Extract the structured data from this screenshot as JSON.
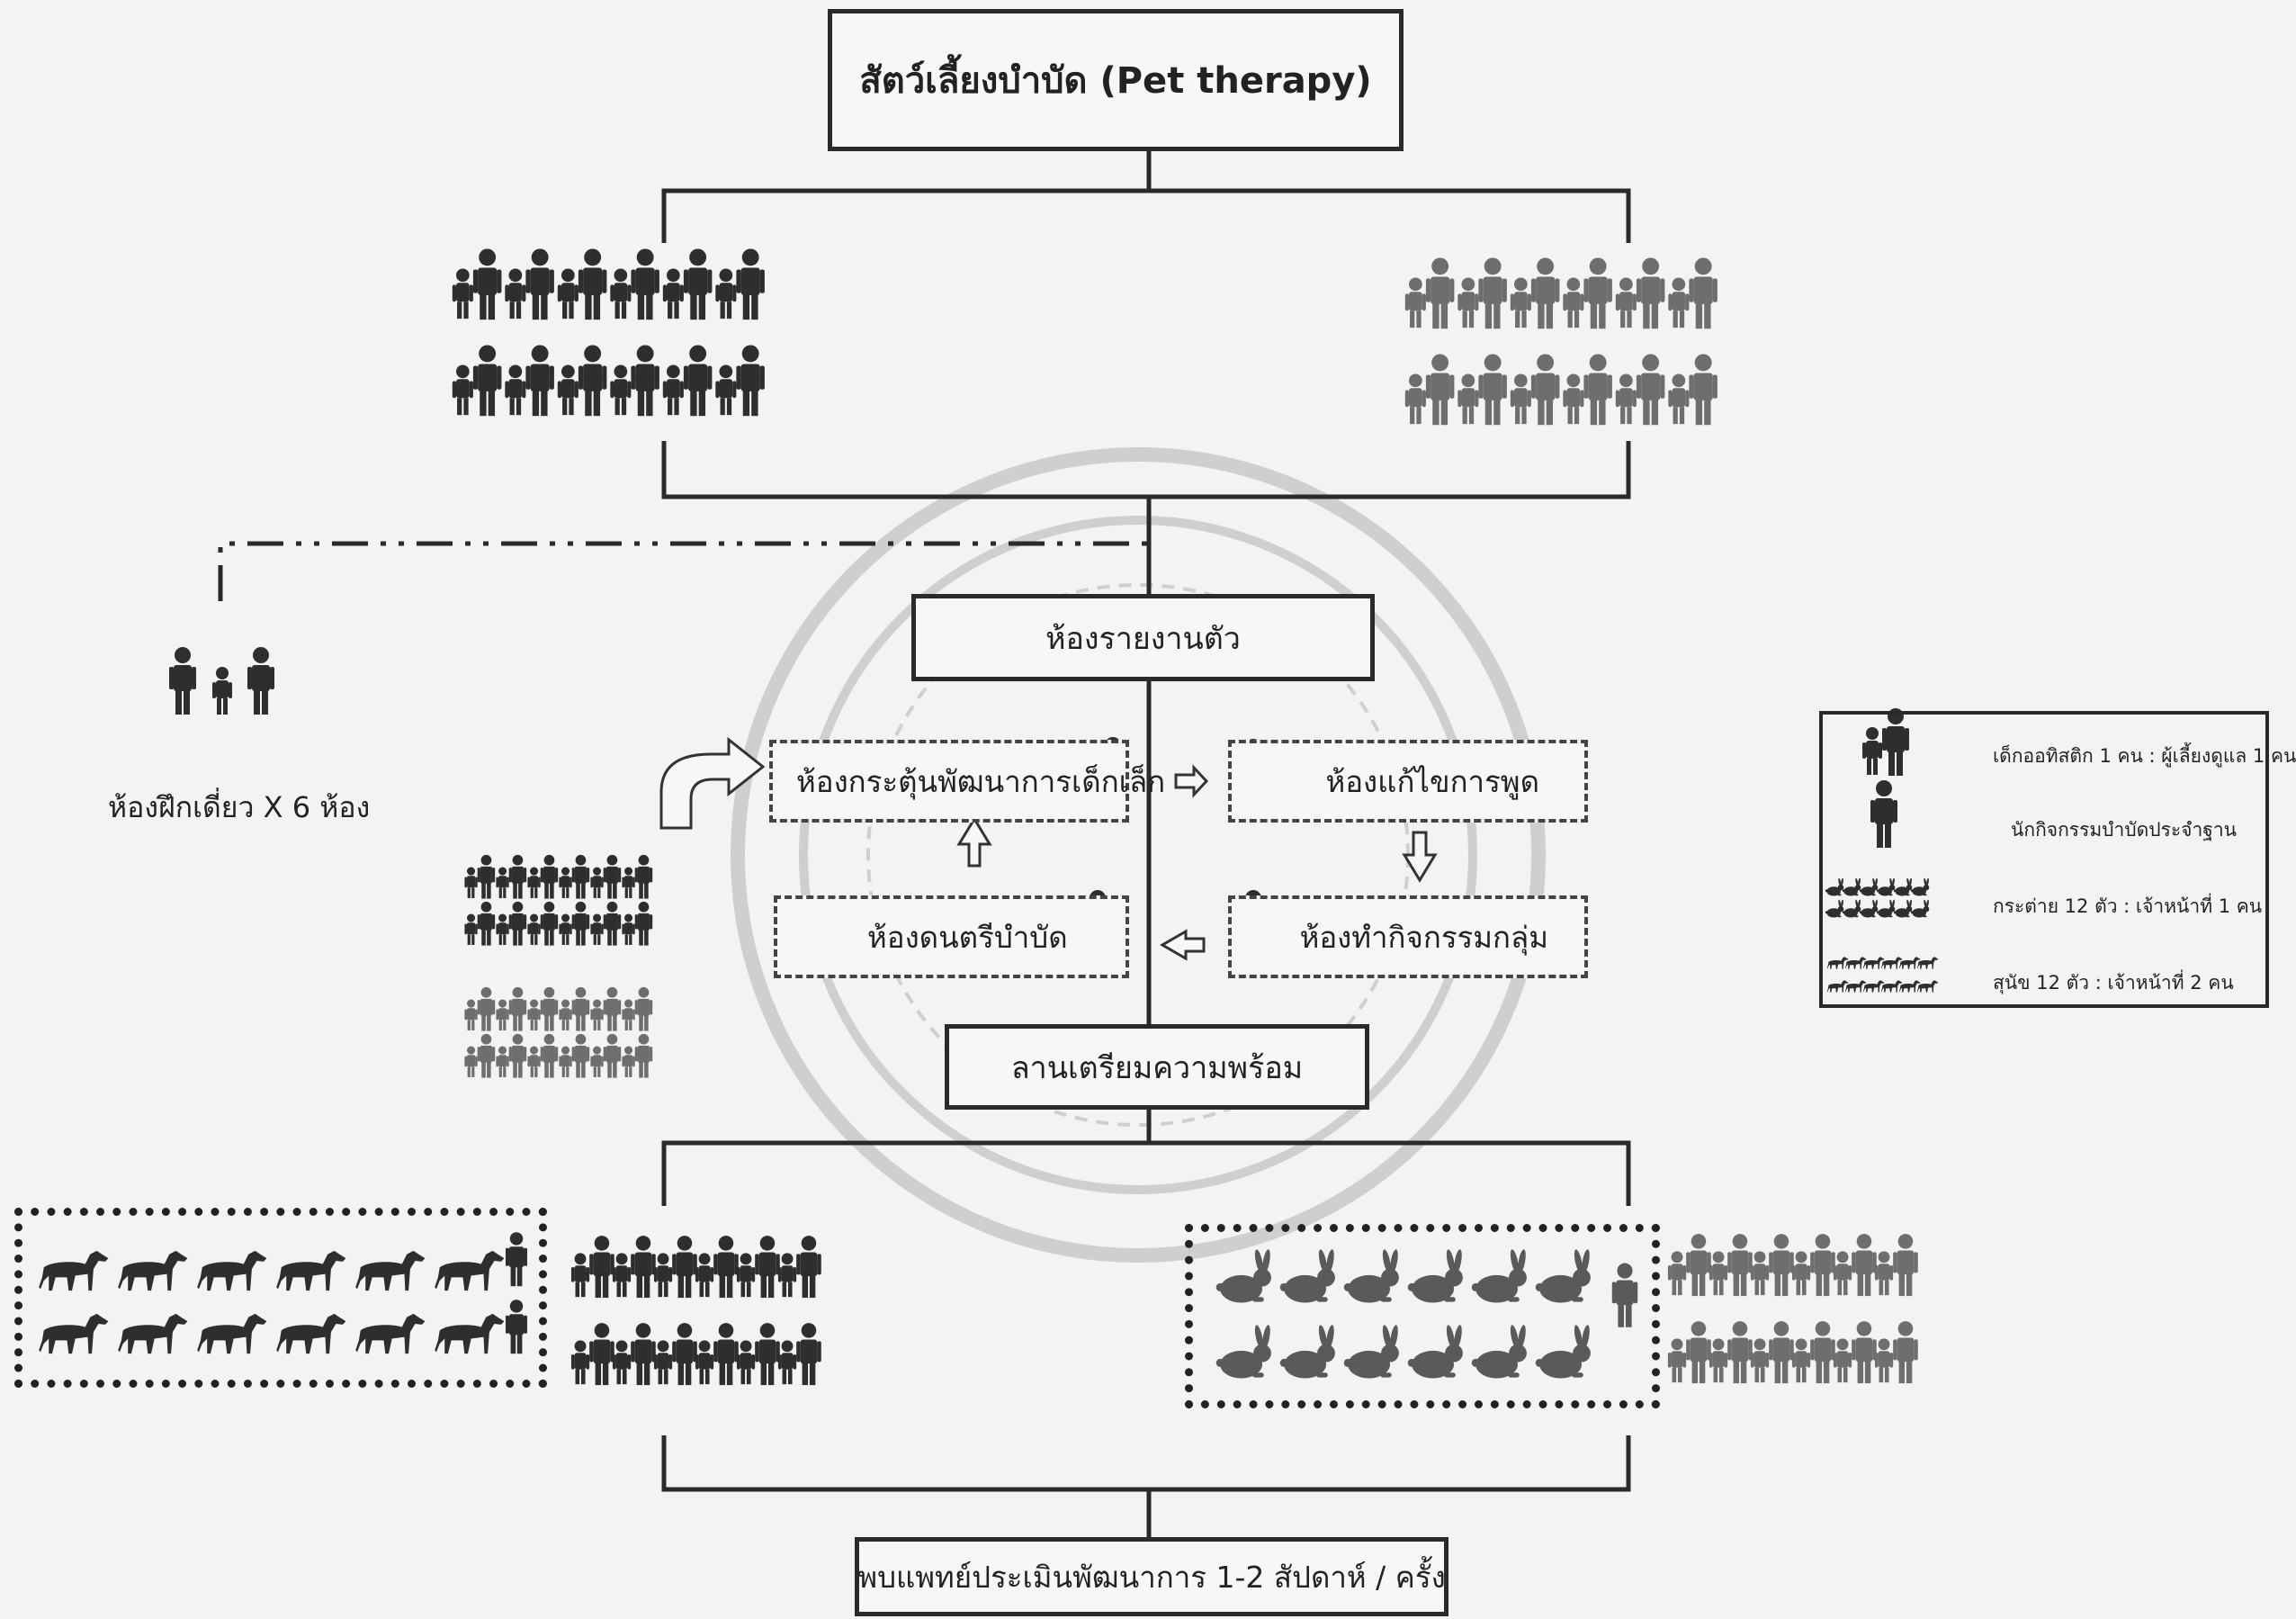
{
  "title": "สัตว์เลี้ยงบำบัด (Pet therapy)",
  "nodes": {
    "report_room": "ห้องรายงานตัว",
    "stimulation_room": "ห้องกระตุ้นพัฒนาการเด็กเล็ก",
    "speech_room": "ห้องแก้ไขการพูด",
    "music_room": "ห้องดนตรีบำบัด",
    "group_room": "ห้องทำกิจกรรมกลุ่ม",
    "prep_area": "ลานเตรียมความพร้อม",
    "assessment": "พบแพทย์ประเมินพัฒนาการ 1-2 สัปดาห์ / ครั้ง"
  },
  "single_rooms_label": "ห้องฝึกเดี่ยว X 6 ห้อง",
  "legend": {
    "items": [
      {
        "text": "เด็กออทิสติก 1 คน : ผู้เลี้ยงดูแล 1 คน",
        "icon": "child-caregiver-pair-icon"
      },
      {
        "text": "นักกิจกรรมบำบัดประจำฐาน",
        "icon": "therapist-icon"
      },
      {
        "text": "กระต่าย 12 ตัว : เจ้าหน้าที่ 1 คน",
        "icon": "rabbit-group-icon"
      },
      {
        "text": "สุนัข 12 ตัว : เจ้าหน้าที่ 2 คน",
        "icon": "dog-group-icon"
      }
    ]
  },
  "colors": {
    "dark_person": "#2e2e2e",
    "gray_person": "#6e6e6e",
    "line": "#2a2a2a",
    "watermark": "#c9c9c9"
  }
}
